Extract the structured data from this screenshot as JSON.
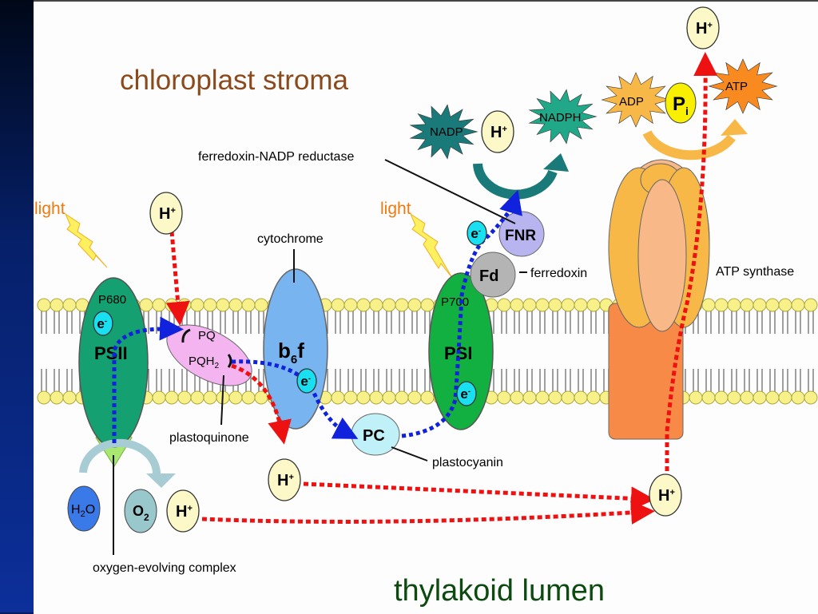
{
  "labels": {
    "stroma": "chloroplast stroma",
    "lumen": "thylakoid lumen",
    "light1": "light",
    "light2": "light",
    "p680": "P680",
    "psii": "PSII",
    "psi": "PSI",
    "p700": "P700",
    "pq": "PQ",
    "pqh2": "PQH",
    "pqh2_sub": "2",
    "b6f": "b",
    "b6f_sub": "6",
    "b6f_f": "f",
    "cytochrome": "cytochrome",
    "plastoquinone": "plastoquinone",
    "pc": "PC",
    "plastocyanin": "plastocyanin",
    "fd": "Fd",
    "ferredoxin": "ferredoxin",
    "fnr": "FNR",
    "fnr_label": "ferredoxin-NADP reductase",
    "atp_synthase": "ATP synthase",
    "oec": "oxygen-evolving complex",
    "nadp": "NADP",
    "nadph": "NADPH",
    "adp": "ADP",
    "atp": "ATP",
    "pi": "P",
    "pi_sub": "i",
    "h2o": "H",
    "h2o_sub": "2",
    "h2o_o": "O",
    "o2": "O",
    "o2_sub": "2",
    "h": "H",
    "h_sup": "+",
    "e": "e",
    "e_sup": "-"
  },
  "colors": {
    "stroma_title": "#8b4a1c",
    "lumen_title": "#0d4a10",
    "light": "#f07a10",
    "psii": "#14a070",
    "psi": "#12b040",
    "b6f": "#78b4f0",
    "pq": "#f4b4f0",
    "proton_flow": "#ee1111",
    "electron_flow": "#1122dd"
  }
}
